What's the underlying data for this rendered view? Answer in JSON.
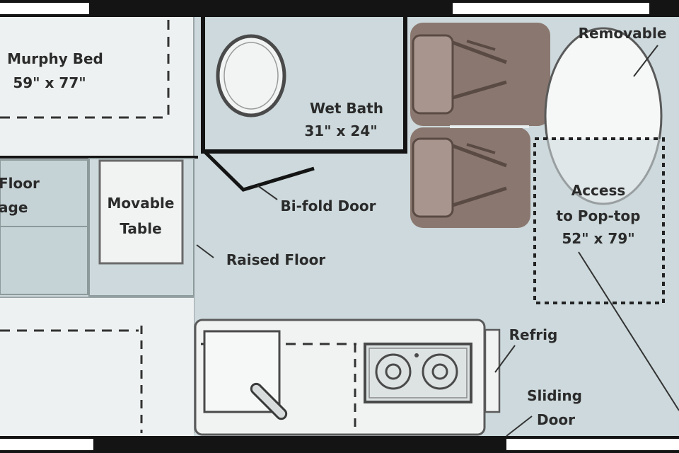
{
  "labels": {
    "murphy_bed": "Murphy Bed",
    "murphy_bed_size": "59\" x 77\"",
    "wet_bath": "Wet Bath",
    "wet_bath_size": "31\" x 24\"",
    "bifold_door": "Bi-fold Door",
    "floor": "Floor",
    "storage": "age",
    "movable_table_1": "Movable",
    "movable_table_2": "Table",
    "raised_floor": "Raised Floor",
    "removable": "Removable",
    "access_1": "Access",
    "access_2": "to Pop-top",
    "access_size": "52\" x 79\"",
    "refrig": "Refrig",
    "sliding_1": "Sliding",
    "sliding_2": "Door"
  },
  "colors": {
    "floor": "#cdd9dc",
    "wall": "#141414",
    "seat": "#8a7870",
    "seat_light": "#a8968e",
    "outline": "#5a5a5a"
  }
}
